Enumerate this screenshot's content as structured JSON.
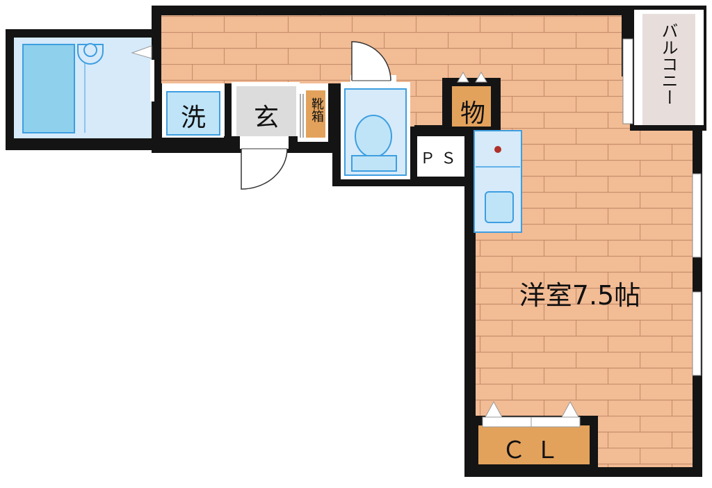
{
  "labels": {
    "room": "洋室7.5帖",
    "balcony": "バルコニー",
    "wash": "洗",
    "genkan": "玄",
    "shoe_cabinet": "靴箱",
    "storage": "物",
    "ps": "ＰＳ",
    "closet": "ＣＬ"
  },
  "colors": {
    "wall": "#141414",
    "floor": "#f2bc95",
    "brick_line": "#c88d6c",
    "bath": "#d6eafa",
    "tub": "#8fd0ec",
    "fixture_outline": "#3d9ee0",
    "balcony": "#e7dddb",
    "genkan": "#dcdcdc",
    "wood": "#e3a25c",
    "white_area": "#ffffff"
  }
}
